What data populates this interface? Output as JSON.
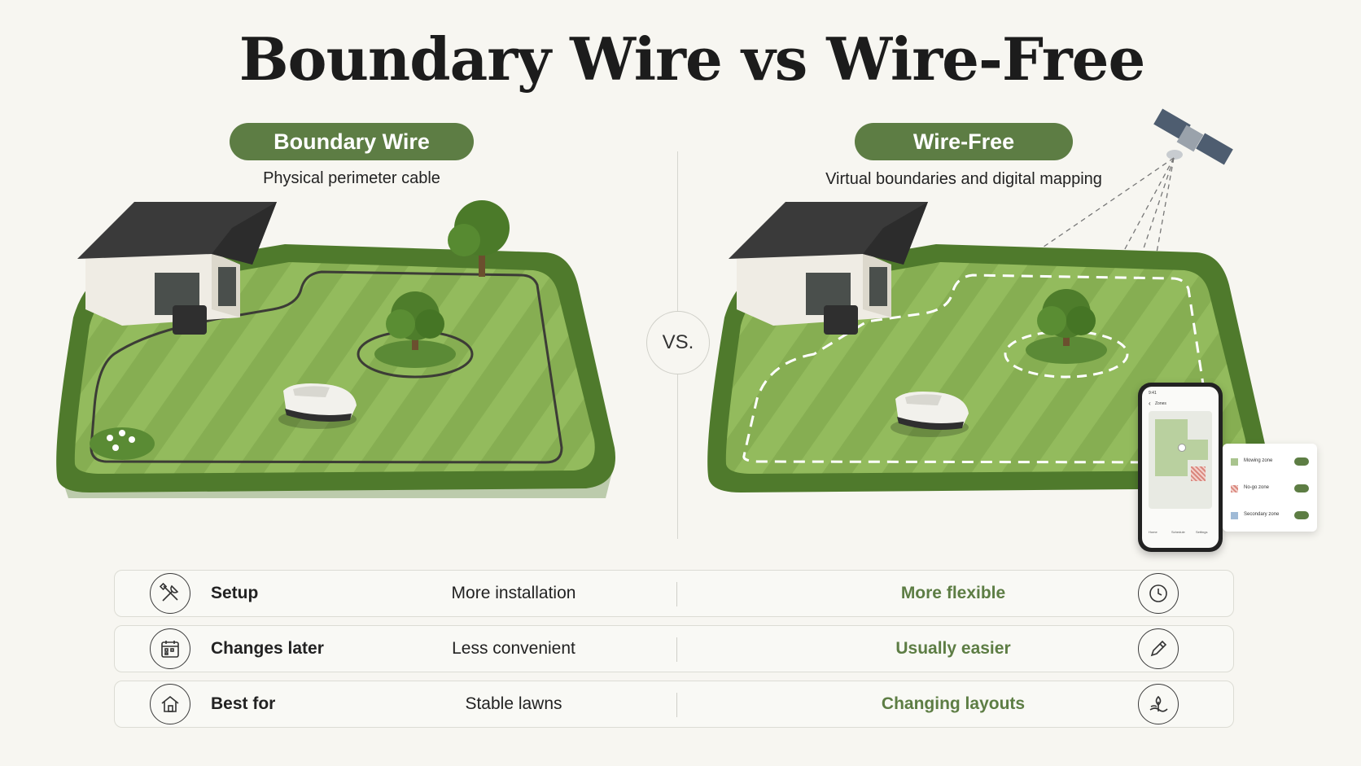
{
  "title": "Boundary Wire vs Wire-Free",
  "left": {
    "badge": "Boundary Wire",
    "subtitle": "Physical perimeter cable"
  },
  "right": {
    "badge": "Wire-Free",
    "subtitle": "Virtual boundaries and digital mapping"
  },
  "vs_label": "VS.",
  "phone": {
    "screen_title": "Zones",
    "time": "9:41",
    "legend": [
      {
        "label": "Mowing zone",
        "color": "#a9c48e"
      },
      {
        "label": "No-go zone",
        "color": "#d9877d"
      },
      {
        "label": "Secondary zone",
        "color": "#9fbad6"
      }
    ],
    "tabs": [
      "Home",
      "Schedule",
      "Settings"
    ]
  },
  "rows": [
    {
      "label": "Setup",
      "left": "More installation",
      "right": "More flexible",
      "left_icon": "tools-icon",
      "right_icon": "clock-icon"
    },
    {
      "label": "Changes later",
      "left": "Less convenient",
      "right": "Usually easier",
      "left_icon": "calendar-icon",
      "right_icon": "pencil-icon"
    },
    {
      "label": "Best for",
      "left": "Stable lawns",
      "right": "Changing layouts",
      "left_icon": "house-icon",
      "right_icon": "plant-icon"
    }
  ],
  "colors": {
    "accent": "#5d7d44",
    "background": "#f7f6f1",
    "lawn": "#8fb85a",
    "hedge": "#4f7a2c"
  }
}
